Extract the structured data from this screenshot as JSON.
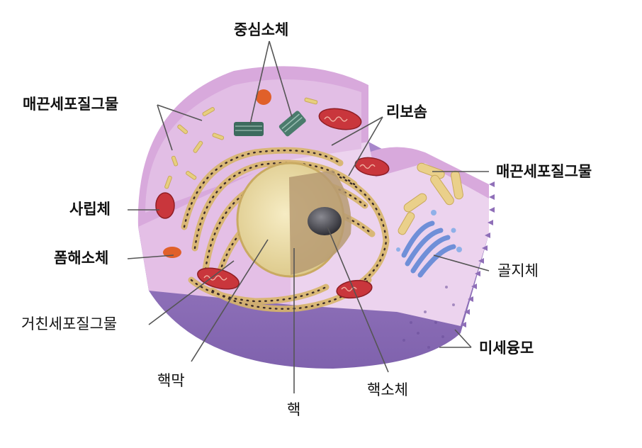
{
  "labels": {
    "centrosome": "중심소체",
    "smooth_er_left": "매끈세포질그물",
    "ribosome": "리보솜",
    "smooth_er_right": "매끈세포질그물",
    "mitochondria": "사립체",
    "lysosome": "폼해소체",
    "golgi": "골지체",
    "rough_er": "거친세포질그물",
    "microvilli": "미세융모",
    "nuclear_membrane": "핵막",
    "nucleus": "핵",
    "nucleolus": "핵소체"
  },
  "colors": {
    "membrane_top": "#d3a0d6",
    "membrane_side": "#8f6fb8",
    "cytoplasm": "#e6c4e8",
    "er": "#e2c47a",
    "mitochondria": "#c8363c",
    "nucleus": "#e8d79a",
    "golgi": "#6f8fd8",
    "centriole": "#3f6f60",
    "lysosome": "#e0602a"
  }
}
